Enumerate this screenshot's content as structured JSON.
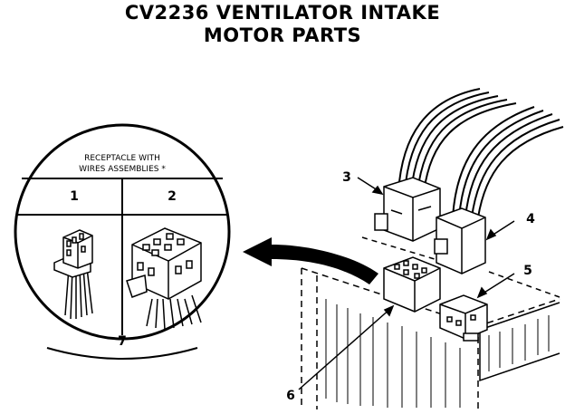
{
  "title": {
    "line1": "CV2236 VENTILATOR INTAKE",
    "line2": "MOTOR PARTS"
  },
  "inset": {
    "heading_line1": "RECEPTACLE WITH",
    "heading_line2": "WIRES ASSEMBLIES *",
    "column1": "1",
    "column2": "2",
    "group_label": "7"
  },
  "callouts": {
    "c3": "3",
    "c4": "4",
    "c5": "5",
    "c6": "6"
  }
}
